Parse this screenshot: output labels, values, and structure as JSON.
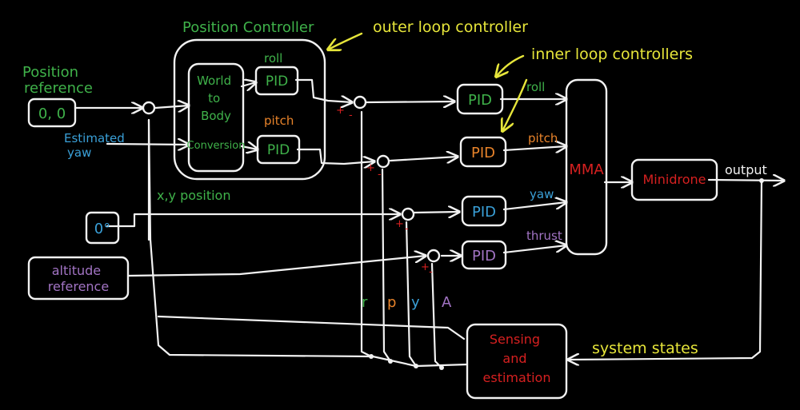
{
  "colors": {
    "background": "#000000",
    "line": "#f2f2f2",
    "green": "#3fb24a",
    "blue": "#3aa0d8",
    "orange": "#e8832a",
    "purple": "#a274c4",
    "red": "#d62020",
    "yellow": "#e6e53a"
  },
  "labels": {
    "position_reference": [
      "Position",
      "reference"
    ],
    "position_reference_value": "0, 0",
    "estimated_yaw": [
      "Estimated",
      "yaw"
    ],
    "yaw_reference_value": "0°",
    "altitude_reference": [
      "altitude",
      "reference"
    ],
    "position_controller_title": "Position Controller",
    "outer_loop": "outer loop controller",
    "inner_loop": "inner loop controllers",
    "world_to_body": [
      "World",
      "to",
      "Body"
    ],
    "conversion": "Conversion",
    "roll": "roll",
    "pitch": "pitch",
    "yaw": "yaw",
    "thrust": "thrust",
    "pid": "PID",
    "mma": "MMA",
    "minidrone": "Minidrone",
    "output": "output",
    "xy_position": "x,y position",
    "sensing": [
      "Sensing",
      "and",
      "estimation"
    ],
    "system_states": "system states",
    "plus": "+",
    "minus": "-",
    "feedback_r": "r",
    "feedback_p": "p",
    "feedback_y": "y",
    "feedback_a": "A"
  }
}
